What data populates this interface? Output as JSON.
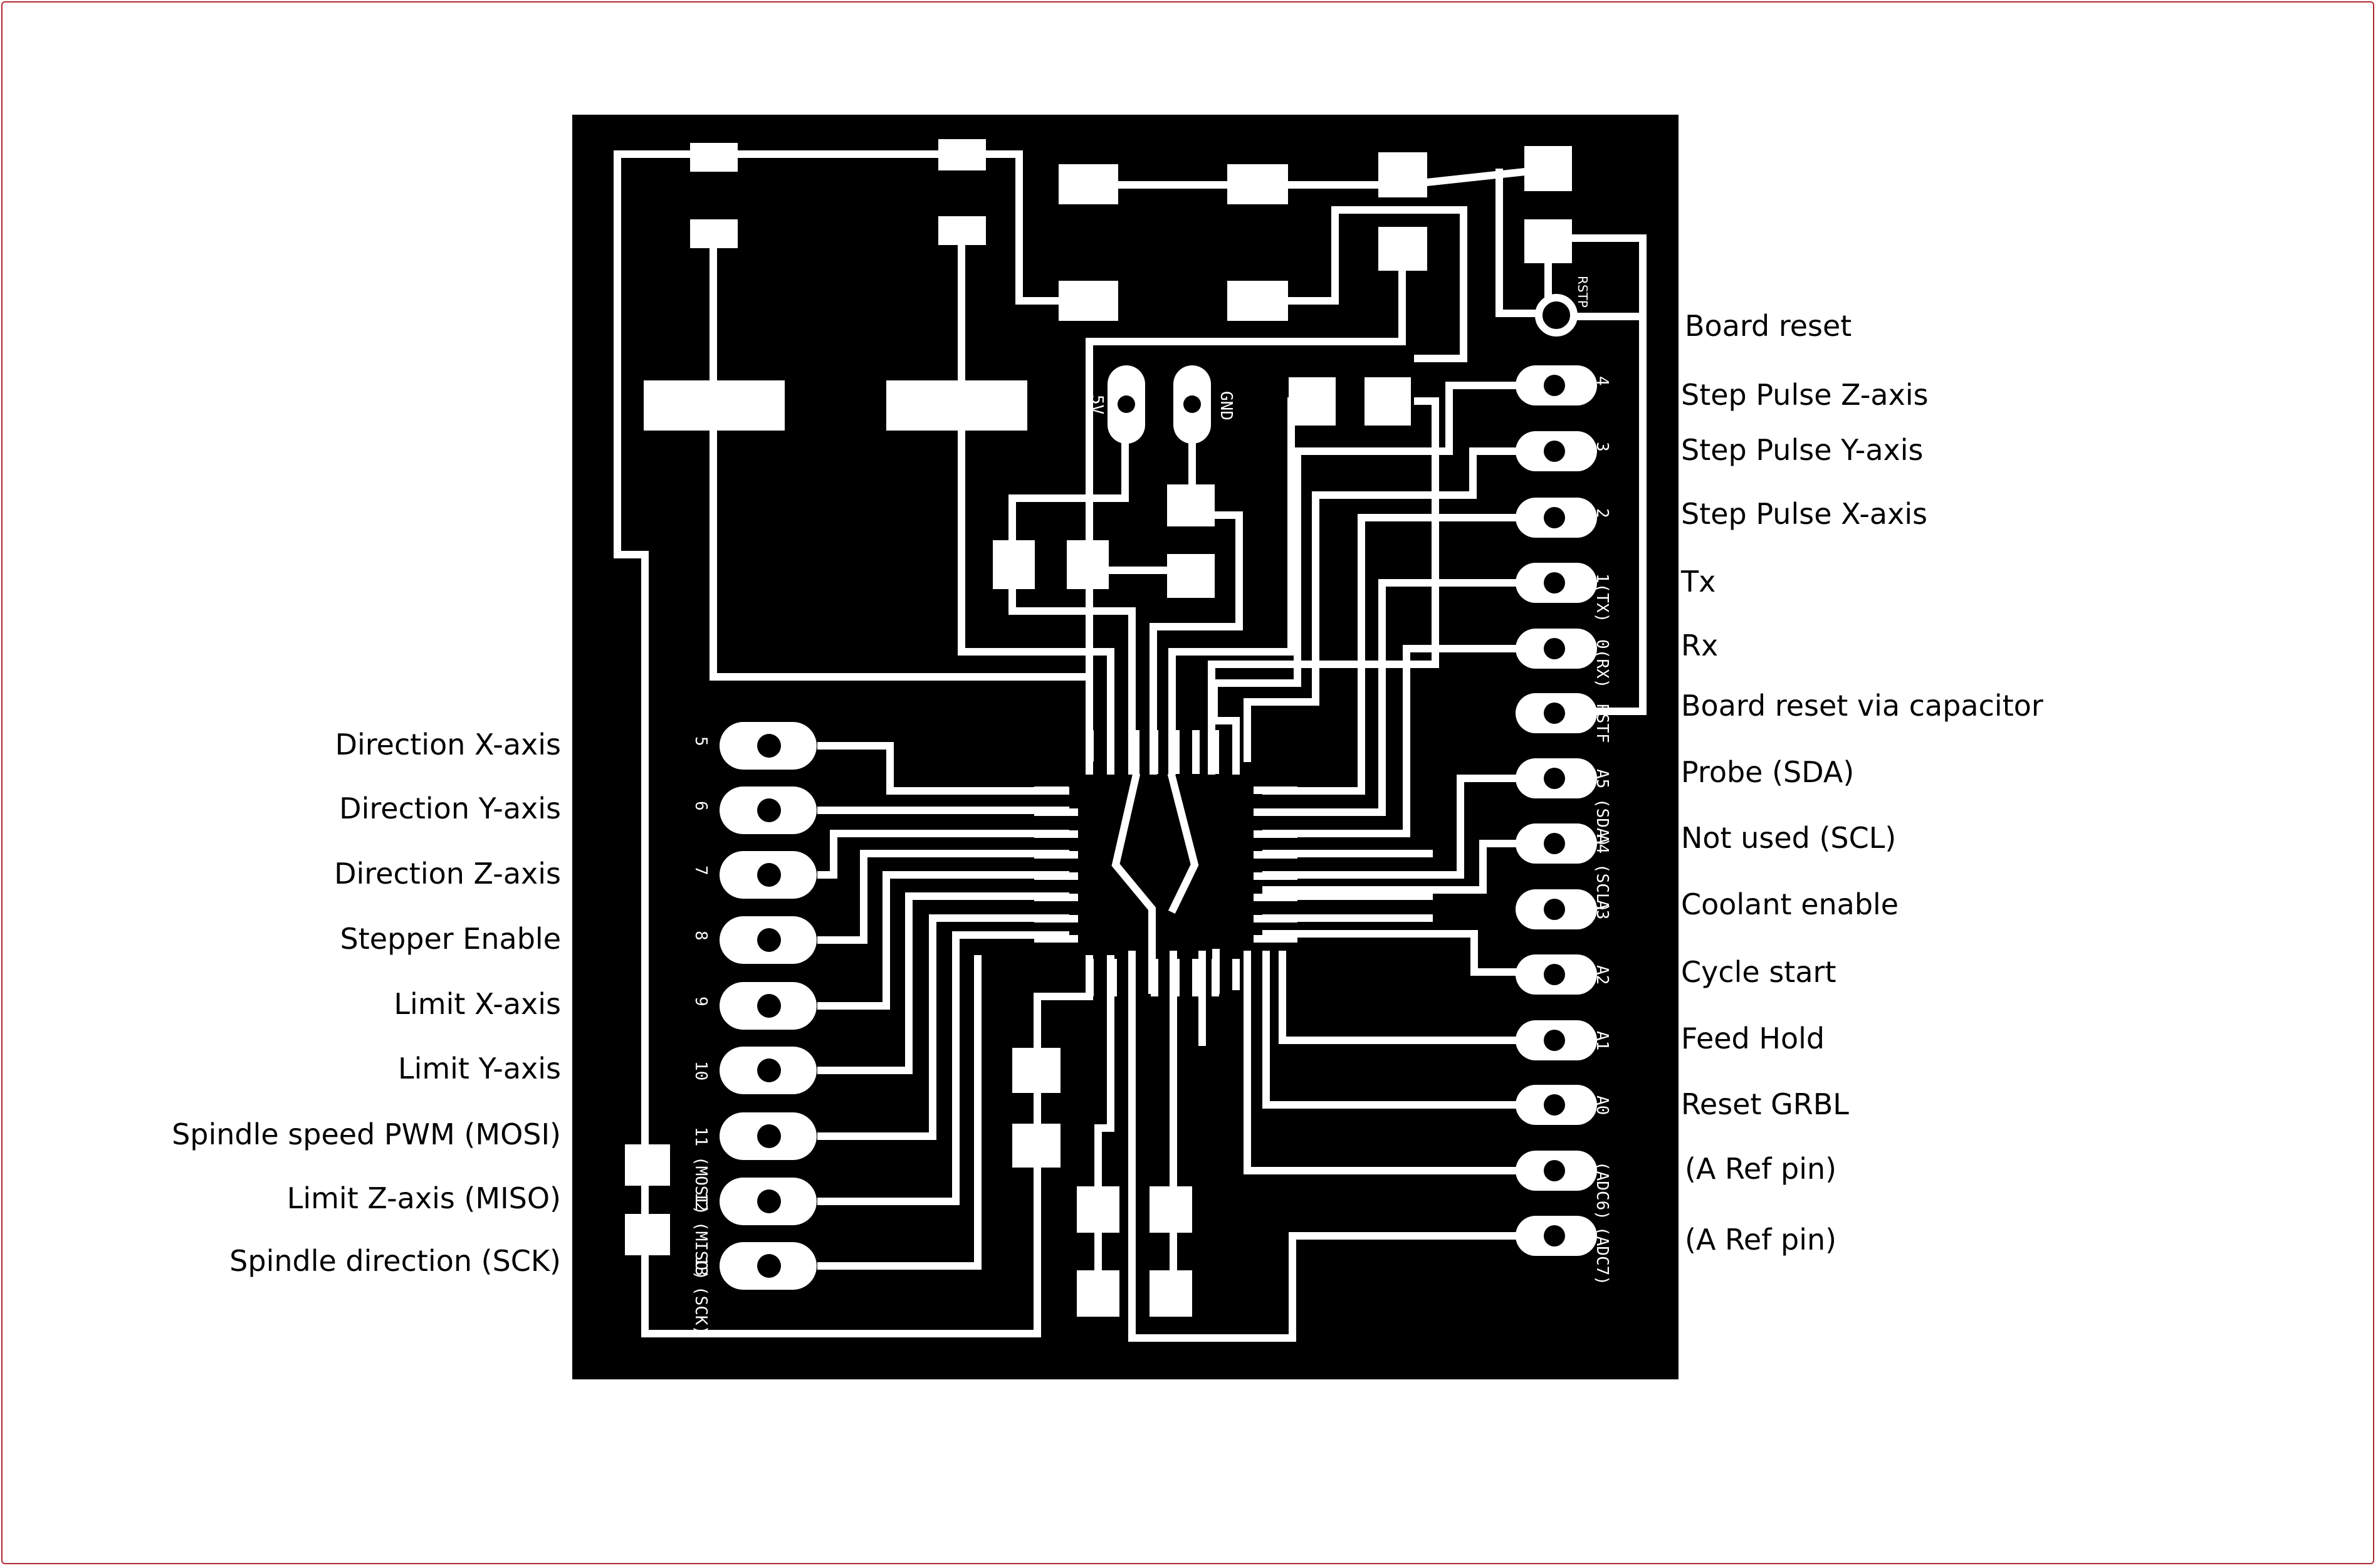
{
  "colors": {
    "board": "#000000",
    "copper": "#ffffff",
    "label": "#000000",
    "frame": "#b0282c"
  },
  "right_labels": [
    "Board reset",
    "Step Pulse Z-axis",
    "Step Pulse Y-axis",
    "Step Pulse X-axis",
    "Tx",
    "Rx",
    "Board reset via capacitor",
    "Probe (SDA)",
    "Not used (SCL)",
    "Coolant enable",
    "Cycle start",
    "Feed Hold",
    "Reset GRBL",
    "(A Ref pin)",
    "(A Ref pin)"
  ],
  "left_labels": [
    "Direction X-axis",
    "Direction Y-axis",
    "Direction Z-axis",
    "Stepper Enable",
    "Limit X-axis",
    "Limit Y-axis",
    "Spindle speed PWM (MOSI)",
    "Limit Z-axis (MISO)",
    "Spindle direction (SCK)"
  ],
  "right_pin_names": [
    "4",
    "3",
    "2",
    "1(TX)",
    "0(RX)",
    "RSTF",
    "A5 (SDA)",
    "A4 (SCL)",
    "A3",
    "A2",
    "A1",
    "A0",
    "(ADC6)",
    "(ADC7)"
  ],
  "left_pin_names": [
    "5",
    "6",
    "7",
    "8",
    "9",
    "10",
    "11 (MOSI)",
    "12 (MISO)",
    "13 (SCK)"
  ],
  "board_marks": {
    "reset_pad": "RSTP",
    "power_5v": "5V",
    "power_gnd": "GND"
  }
}
